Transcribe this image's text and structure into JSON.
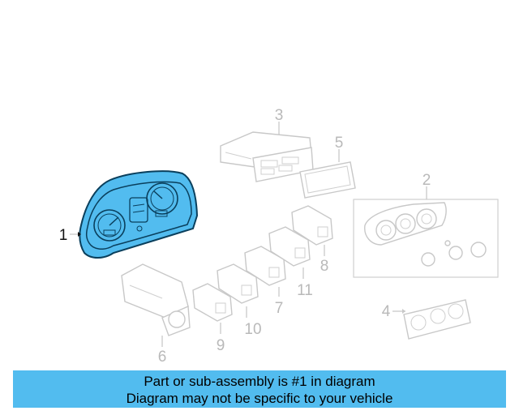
{
  "callouts": {
    "p1": "1",
    "p2": "2",
    "p3": "3",
    "p4": "4",
    "p5": "5",
    "p6": "6",
    "p7": "7",
    "p8": "8",
    "p9": "9",
    "p10": "10",
    "p11": "11"
  },
  "highlight_color": "#52bcef",
  "banner": {
    "line1": "Part or sub-assembly is #1 in diagram",
    "line2": "Diagram may not be specific to your vehicle"
  }
}
